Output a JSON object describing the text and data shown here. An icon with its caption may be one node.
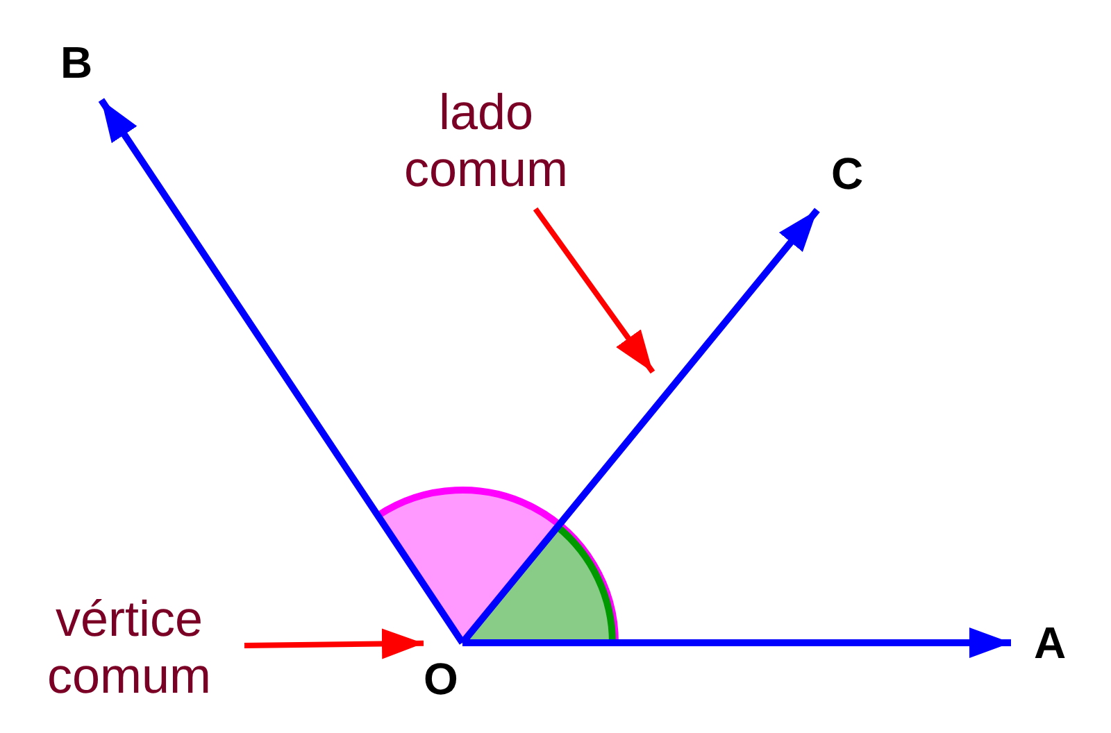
{
  "diagram": {
    "nodes": [
      {
        "text": [
          "O"
        ]
      },
      {
        "text": [
          "A"
        ]
      },
      {
        "text": [
          "B"
        ]
      },
      {
        "text": [
          "C"
        ]
      },
      {
        "text": [
          "lado comum"
        ]
      },
      {
        "text": [
          "vértice comum"
        ]
      }
    ],
    "edges": [
      {
        "from": 0,
        "to": 1,
        "arrow": "to"
      },
      {
        "from": 0,
        "to": 2,
        "arrow": "to"
      },
      {
        "from": 0,
        "to": 3,
        "arrow": "to"
      },
      {
        "from": 4,
        "to": null,
        "arrow": "to",
        "color": "#ff0000"
      },
      {
        "from": 5,
        "to": 0,
        "arrow": "to",
        "color": "#ff0000"
      }
    ]
  }
}
